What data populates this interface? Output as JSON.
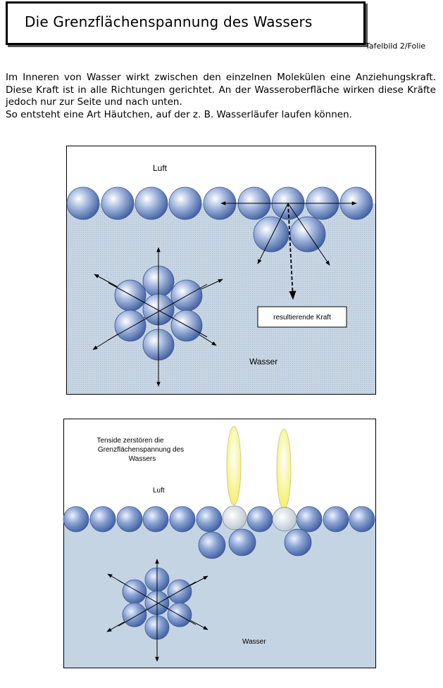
{
  "header": {
    "title": "Die Grenzflächenspannung des Wassers",
    "subtitle": "Tafelbild 2/Folie"
  },
  "intro": {
    "paragraph": "Im Inneren von Wasser wirkt zwischen den einzelnen Molekülen eine Anziehungskraft. Diese Kraft ist in alle Richtungen gerichtet. An der Wasseroberfläche wirken diese Kräfte jedoch nur zur Seite und nach unten.",
    "summary": "So entsteht eine Art Häutchen, auf der z. B. Wasserläufer laufen können."
  },
  "figure1": {
    "air_label": "Luft",
    "water_label": "Wasser",
    "force_label": "resultierende Kraft"
  },
  "figure2": {
    "caption_lines": [
      "Tenside zerstören die",
      "Grenzflächenspannung des",
      "Wassers"
    ],
    "air_label": "Luft",
    "water_label": "Wasser"
  },
  "colors": {
    "water": "#c5d4e3",
    "molecule": "#5b78b4",
    "tenside_head": "#d9e0e8",
    "tenside_tail": "#ffff99"
  }
}
